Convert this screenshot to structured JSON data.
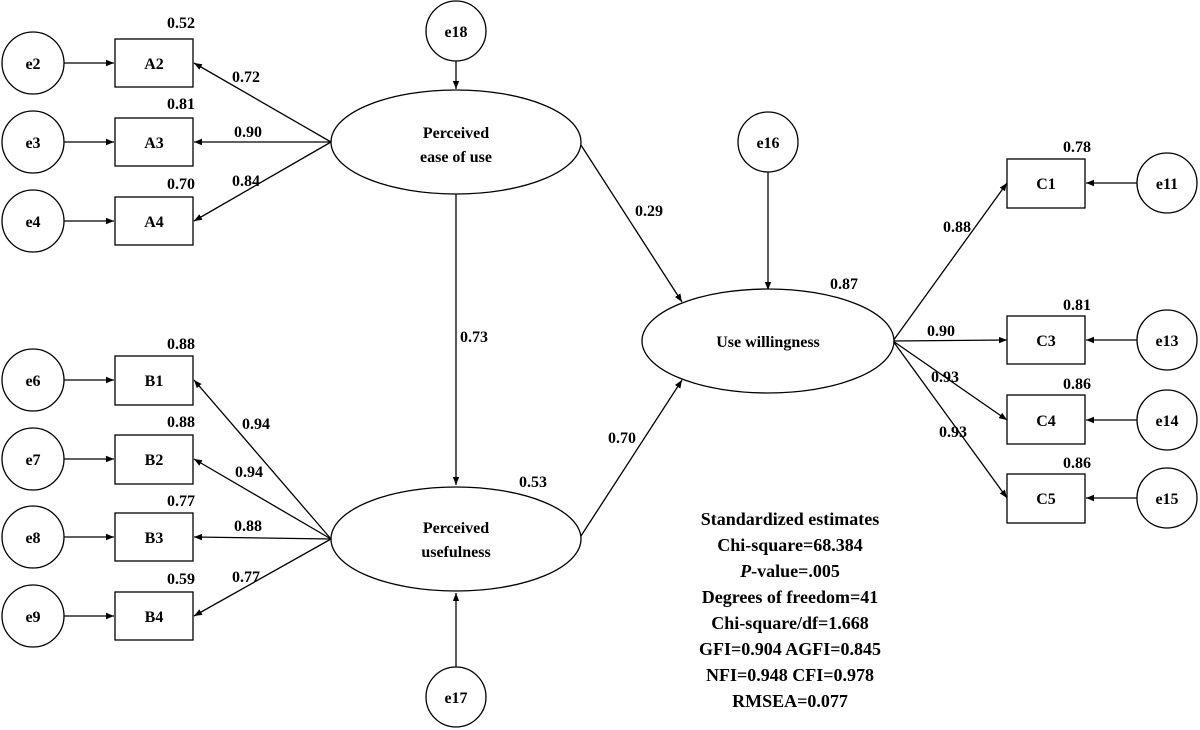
{
  "latent": {
    "peou": [
      "Perceived",
      "ease of use"
    ],
    "pu": [
      "Perceived",
      "usefulness"
    ],
    "uw": [
      "Use willingness"
    ]
  },
  "errors": {
    "e2": "e2",
    "e3": "e3",
    "e4": "e4",
    "e6": "e6",
    "e7": "e7",
    "e8": "e8",
    "e9": "e9",
    "e11": "e11",
    "e13": "e13",
    "e14": "e14",
    "e15": "e15",
    "e16": "e16",
    "e17": "e17",
    "e18": "e18"
  },
  "indicators": {
    "A2": {
      "label": "A2",
      "r2": "0.52",
      "loading": "0.72"
    },
    "A3": {
      "label": "A3",
      "r2": "0.81",
      "loading": "0.90"
    },
    "A4": {
      "label": "A4",
      "r2": "0.70",
      "loading": "0.84"
    },
    "B1": {
      "label": "B1",
      "r2": "0.88",
      "loading": "0.94"
    },
    "B2": {
      "label": "B2",
      "r2": "0.88",
      "loading": "0.94"
    },
    "B3": {
      "label": "B3",
      "r2": "0.77",
      "loading": "0.88"
    },
    "B4": {
      "label": "B4",
      "r2": "0.59",
      "loading": "0.77"
    },
    "C1": {
      "label": "C1",
      "r2": "0.78",
      "loading": "0.88"
    },
    "C3": {
      "label": "C3",
      "r2": "0.81",
      "loading": "0.90"
    },
    "C4": {
      "label": "C4",
      "r2": "0.86",
      "loading": "0.93"
    },
    "C5": {
      "label": "C5",
      "r2": "0.86",
      "loading": "0.93"
    }
  },
  "paths": {
    "peou_to_uw": "0.29",
    "peou_to_pu": "0.73",
    "pu_to_uw": "0.70"
  },
  "r2_latent": {
    "uw": "0.87",
    "pu": "0.53"
  },
  "stats": {
    "title": "Standardized estimates",
    "chi_square": "Chi-square=68.384",
    "p_prefix": "P",
    "p_value": "-value=.005",
    "df": "Degrees of freedom=41",
    "chi_df": "Chi-square/df=1.668",
    "gfi": "GFI=0.904 AGFI=0.845",
    "nfi": "NFI=0.948 CFI=0.978",
    "rmsea": "RMSEA=0.077"
  }
}
